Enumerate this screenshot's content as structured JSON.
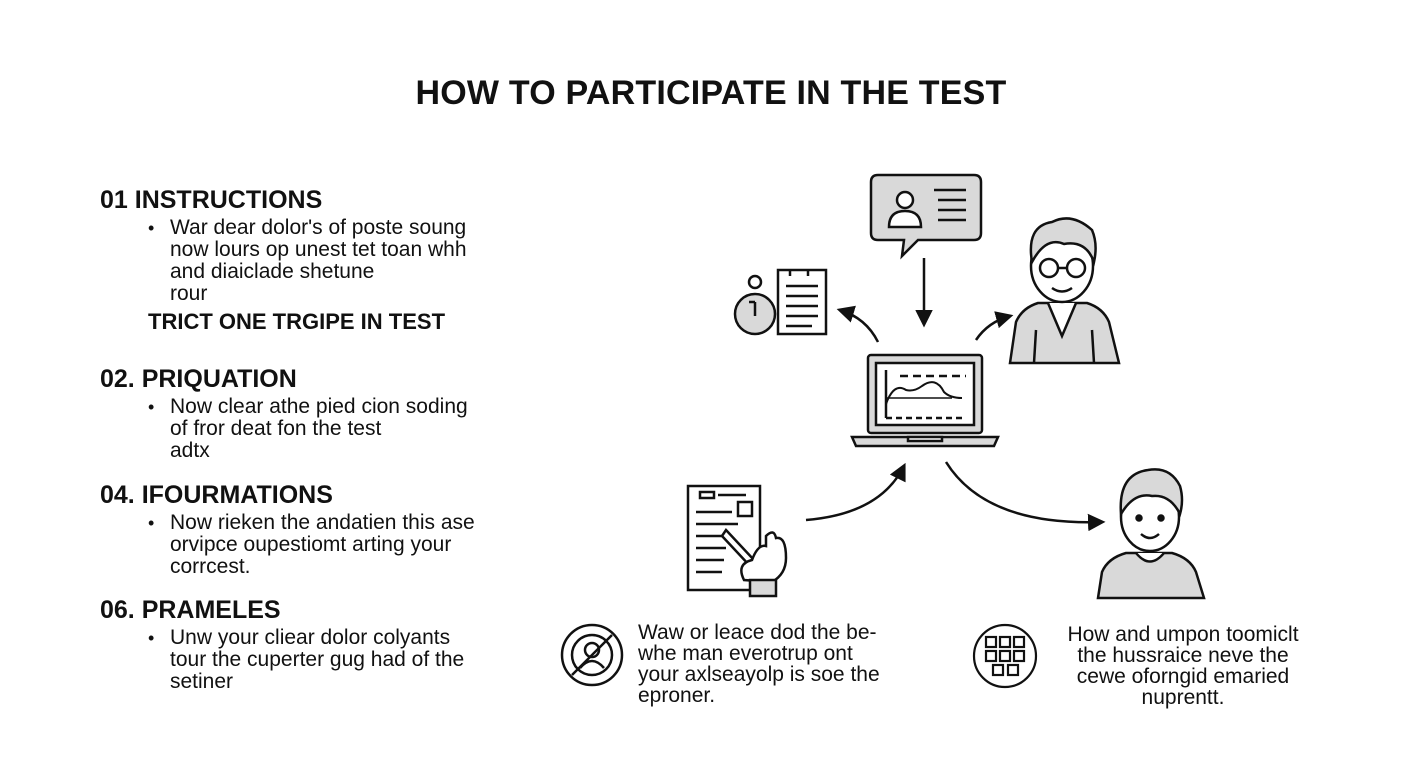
{
  "title": "HOW TO PARTICIPATE IN THE TEST",
  "sections": [
    {
      "heading": "01 INSTRUCTIONS",
      "lines": [
        "War dear dolor's of poste soung",
        "now lours op unest tet toan whh",
        "and diaiclade shetune",
        "rour"
      ]
    },
    {
      "heading": "02. PRIQUATION",
      "lines": [
        "Now clear athe pied cion soding",
        "of fror deat fon the test",
        "adtx"
      ]
    },
    {
      "heading": "04. IFOURMATIONS",
      "lines": [
        "Now rieken the andatien this ase",
        "orvipce oupestiomt arting your",
        "corrcest."
      ]
    },
    {
      "heading": "06. PRAMELES",
      "lines": [
        "Unw your cliear dolor colyants",
        "tour the cuperter gug had of the",
        "setiner"
      ]
    }
  ],
  "subheading": "TRICT ONE TRGIPE IN TEST",
  "captions": {
    "left": [
      "Waw or leace dod the be-",
      "whe man everotrup ont",
      "your axlseayolp is soe the",
      "eproner."
    ],
    "right": [
      "How and umpon toomiclt",
      "the hussraice neve the",
      "cewe oforngid emaried",
      "nuprentt."
    ]
  },
  "icons": {
    "speech": "id-card-speech-bubble-icon",
    "clock": "clock-document-icon",
    "laptop": "laptop-chart-icon",
    "person_glasses": "person-with-glasses-icon",
    "form": "form-hand-pen-icon",
    "person": "person-icon",
    "no_person": "no-person-icon",
    "grid": "grid-apps-icon"
  },
  "colors": {
    "ink": "#111111",
    "fill": "#d9d9d9"
  }
}
